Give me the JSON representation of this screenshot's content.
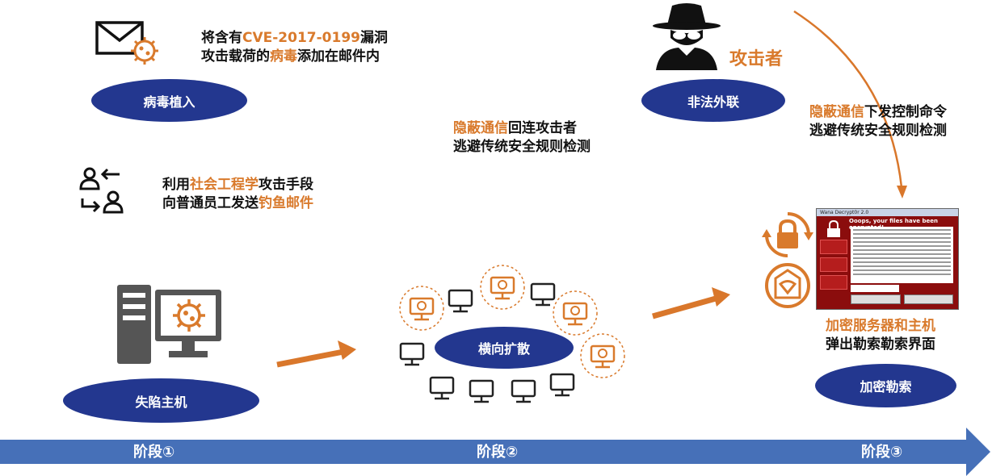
{
  "colors": {
    "accent": "#d97a2c",
    "pill": "#23378f",
    "arrow_bar": "#4670b8",
    "icon_gray": "#555555"
  },
  "icons": [
    "mail-virus-icon",
    "social-engineering-icon",
    "compromised-host-icon",
    "hacker-icon",
    "networked-computer-icon",
    "infected-computer-icon",
    "ransom-lock-icon",
    "ransom-shield-icon",
    "ransom-screen"
  ],
  "email_note": {
    "l1_pre": "将含有",
    "l1_hl": "CVE-2017-0199",
    "l1_post": "漏洞",
    "l2_pre": "攻击载荷的",
    "l2_hl": "病毒",
    "l2_post": "添加在邮件内"
  },
  "social_note": {
    "l1_pre": "利用",
    "l1_hl": "社会工程学",
    "l1_post": "攻击手段",
    "l2_pre": "向普通员工发送",
    "l2_hl": "钓鱼邮件"
  },
  "covert_note_mid": {
    "l1_hl": "隐蔽通信",
    "l1_post": "回连攻击者",
    "l2": "逃避传统安全规则检测"
  },
  "covert_note_right": {
    "l1_hl": "隐蔽通信",
    "l1_post": "下发控制命令",
    "l2": "逃避传统安全规则检测"
  },
  "attacker_label": "攻击者",
  "ransom_note": {
    "l1": "加密服务器和主机",
    "l2": "弹出勒索勒索界面"
  },
  "ransom_screen": {
    "title": "Wana Decrypt0r 2.0",
    "heading": "Ooops, your files have been encrypted!"
  },
  "pills": {
    "implant": "病毒植入",
    "compromised": "失陷主机",
    "lateral": "横向扩散",
    "outbound": "非法外联",
    "ransom": "加密勒索"
  },
  "stages": {
    "s1": "阶段①",
    "s2": "阶段②",
    "s3": "阶段③"
  }
}
